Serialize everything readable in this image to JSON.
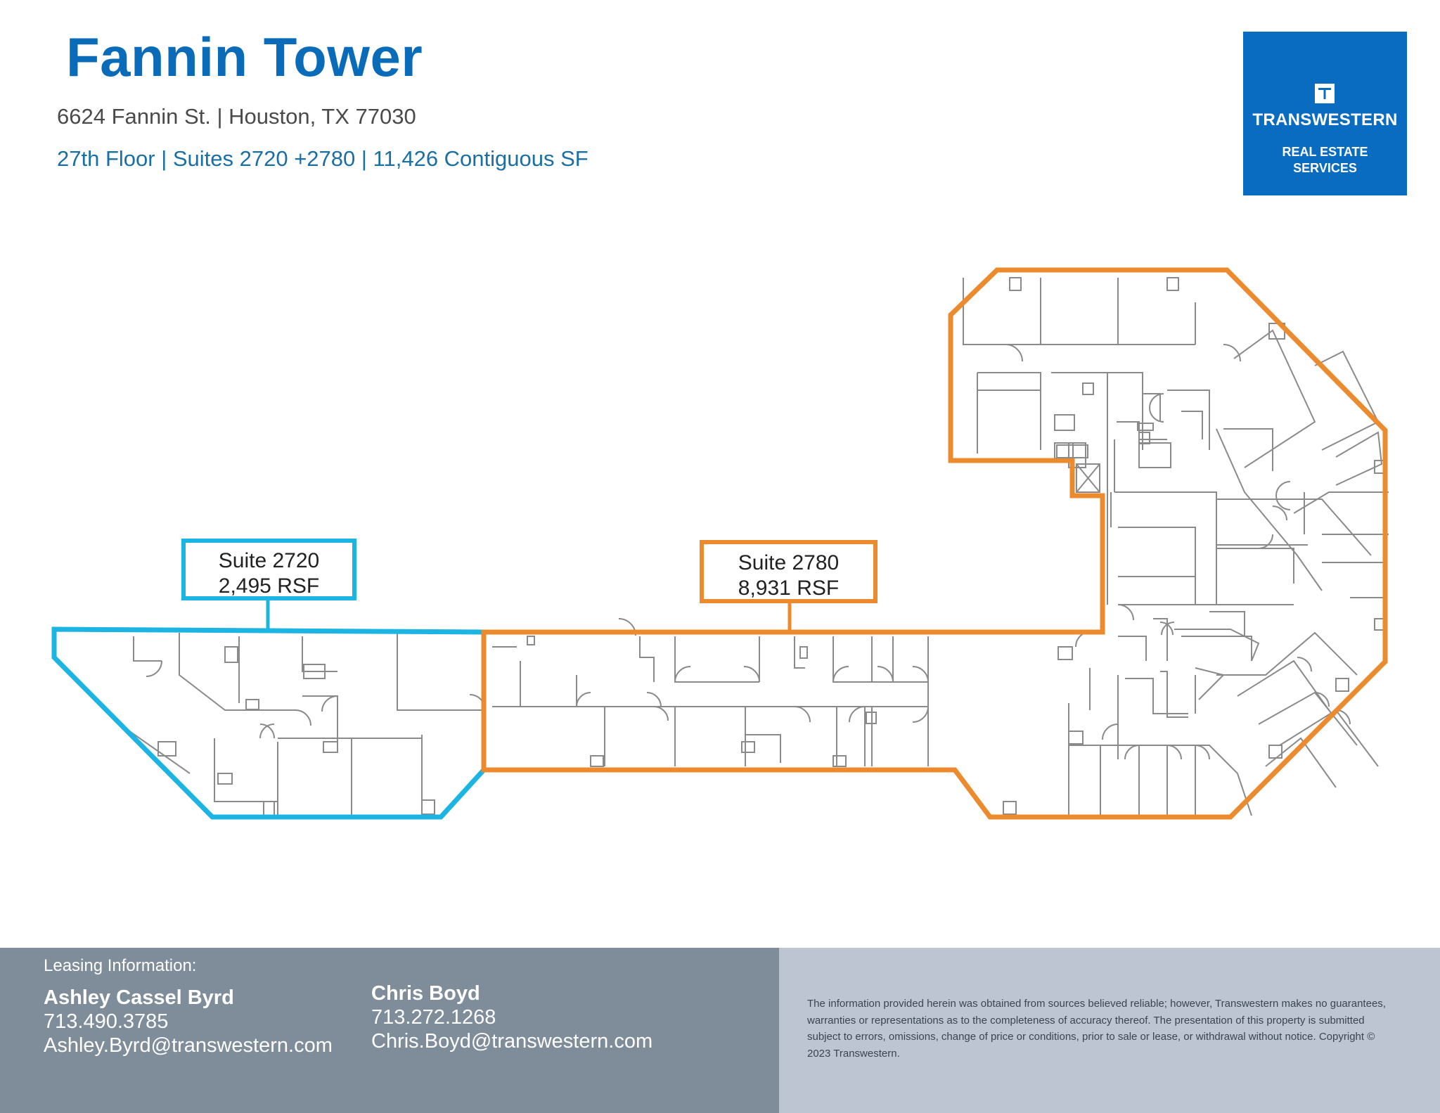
{
  "header": {
    "title": "Fannin Tower",
    "address": "6624 Fannin St. | Houston, TX 77030",
    "suites_line": "27th Floor |  Suites 2720 +2780 | 11,426 Contiguous SF"
  },
  "logo": {
    "icon": "t-monogram-icon",
    "name": "TRANSWESTERN",
    "sub_line1": "REAL ESTATE",
    "sub_line2": "SERVICES",
    "color": "#0a6cc0"
  },
  "floorplan": {
    "suite_2720": {
      "name": "Suite 2720",
      "area": "2,495 RSF",
      "color": "#1cb4e2"
    },
    "suite_2780": {
      "name": "Suite 2780",
      "area": "8,931 RSF",
      "color": "#ec8a2e"
    }
  },
  "footer": {
    "leasing_heading": "Leasing Information:",
    "contacts": [
      {
        "name": "Ashley Cassel Byrd",
        "phone": "713.490.3785",
        "email": "Ashley.Byrd@transwestern.com"
      },
      {
        "name": "Chris Boyd",
        "phone": "713.272.1268",
        "email": "Chris.Boyd@transwestern.com"
      }
    ],
    "disclaimer": "The information provided herein was obtained from sources believed reliable; however, Transwestern makes no guarantees, warranties or representations as to the completeness of accuracy thereof. The presentation of this property is submitted subject to errors, omissions, change of price or conditions, prior to sale or lease, or withdrawal without notice. Copyright © 2023 Transwestern."
  }
}
